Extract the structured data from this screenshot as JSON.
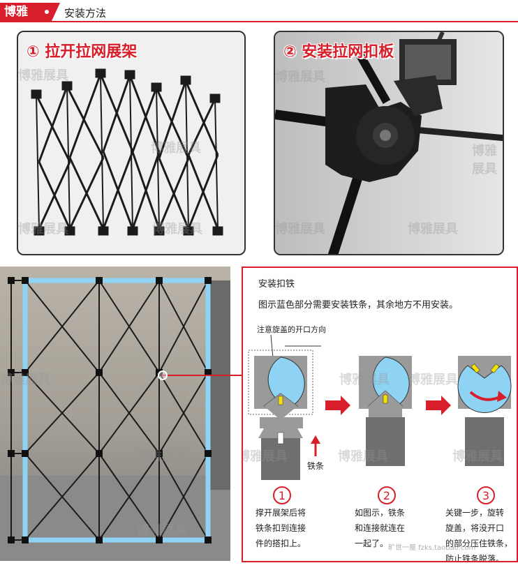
{
  "header": {
    "brand": "博雅",
    "title": "安装方法"
  },
  "panels": [
    {
      "title": "① 拉开拉网展架"
    },
    {
      "title": "② 安装拉网扣板"
    }
  ],
  "watermark": "博雅展具",
  "instruction": {
    "title": "安装扣铁",
    "description": "图示蓝色部分需要安装铁条，其余地方不用安装。",
    "note": "注意旋盖的开口方向",
    "iron_label": "铁条",
    "steps": [
      {
        "number": "①",
        "lines": [
          "撑开展架后将",
          "铁条扣到连接",
          "件的搭扣上。"
        ]
      },
      {
        "number": "②",
        "lines": [
          "如图示，铁条",
          "和连接就连在",
          "一起了。"
        ]
      },
      {
        "number": "③",
        "lines": [
          "关键一步，旋转",
          "旋盖，将没开口",
          "的部分压住铁条，",
          "防止铁条脱落。"
        ]
      }
    ],
    "site_mark": "旷世一屋 fzks.taobao.com"
  },
  "colors": {
    "accent": "#d81e2a",
    "frame_blue": "#8fd3f4",
    "dark_gray": "#555555"
  }
}
